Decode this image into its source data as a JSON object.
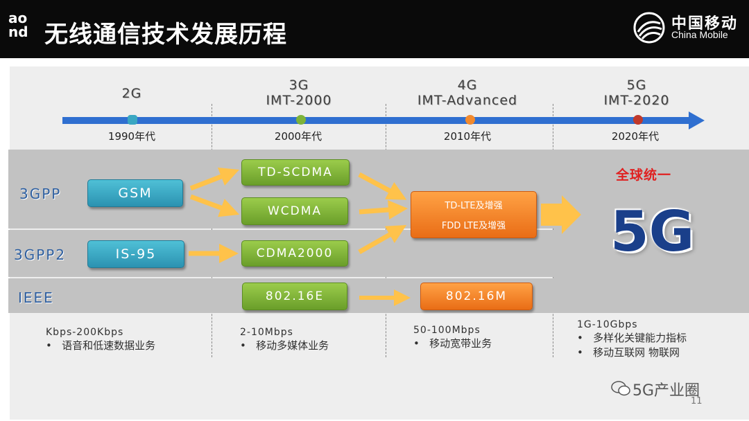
{
  "header": {
    "brand_mark_top": "ao",
    "brand_mark_bottom": "nd",
    "title": "无线通信技术发展历程",
    "logo_cn": "中国移动",
    "logo_en": "China Mobile"
  },
  "timeline": {
    "generations": [
      {
        "line1": "2G",
        "line2": "",
        "year": "1990年代",
        "dot_color": "#3aa7c2"
      },
      {
        "line1": "3G",
        "line2": "IMT-2000",
        "year": "2000年代",
        "dot_color": "#7db33a"
      },
      {
        "line1": "4G",
        "line2": "IMT-Advanced",
        "year": "2010年代",
        "dot_color": "#f28a2e"
      },
      {
        "line1": "5G",
        "line2": "IMT-2020",
        "year": "2020年代",
        "dot_color": "#c0392b"
      }
    ]
  },
  "rows": {
    "r3gpp": "3GPP",
    "r3gpp2": "3GPP2",
    "ieee": "IEEE"
  },
  "boxes": {
    "gsm": "GSM",
    "is95": "IS-95",
    "tdscdma": "TD-SCDMA",
    "wcdma": "WCDMA",
    "cdma2000": "CDMA2000",
    "e80216": "802.16E",
    "lte1": "TD-LTE及增强",
    "lte2": "FDD LTE及增强",
    "m80216": "802.16M"
  },
  "panel5g": {
    "headline": "全球统一",
    "big": "5G"
  },
  "rates": [
    {
      "rate": "Kbps-200Kbps",
      "bullets": [
        "语音和低速数据业务"
      ]
    },
    {
      "rate": "2-10Mbps",
      "bullets": [
        "移动多媒体业务"
      ]
    },
    {
      "rate": "50-100Mbps",
      "bullets": [
        "移动宽带业务"
      ]
    },
    {
      "rate": "1G-10Gbps",
      "bullets": [
        "多样化关键能力指标",
        "移动互联网 物联网"
      ]
    }
  ],
  "bullet_char": "•",
  "watermark": "5G产业圈",
  "page_number": "11",
  "colors": {
    "header_bg": "#0a0a0a",
    "timeline_blue": "#2f6fd0",
    "arrow_yellow": "#ffc24a",
    "accent_red": "#e02020"
  }
}
